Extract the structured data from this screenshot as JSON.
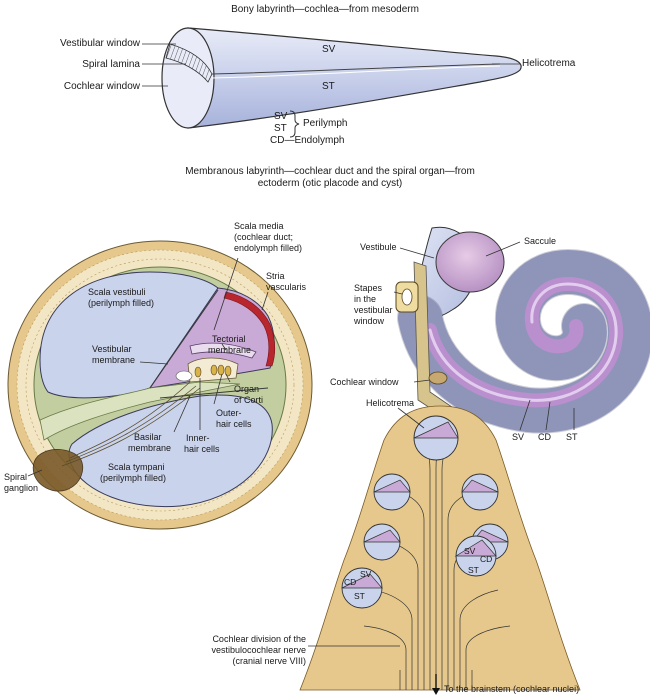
{
  "top_diagram": {
    "title": "Bony labyrinth—cochlea—from mesoderm",
    "labels": {
      "vestibular_window": "Vestibular window",
      "spiral_lamina": "Spiral lamina",
      "cochlear_window": "Cochlear window",
      "helicotrema": "Helicotrema",
      "sv": "SV",
      "st": "ST"
    },
    "legend": {
      "sv": "SV",
      "st": "ST",
      "perilymph": "Perilymph",
      "cd_endolymph": "CD—Endolymph"
    }
  },
  "middle_title": {
    "line1": "Membranous labyrinth—cochlear duct and the spiral organ—from",
    "line2": "ectoderm (otic placode and cyst)"
  },
  "cross_section": {
    "scala_media_l1": "Scala media",
    "scala_media_l2": "(cochlear duct;",
    "scala_media_l3": "endolymph filled)",
    "stria_l1": "Stria",
    "stria_l2": "vascularis",
    "scala_vestibuli_l1": "Scala vestibuli",
    "scala_vestibuli_l2": "(perilymph filled)",
    "vestibular_membrane_l1": "Vestibular",
    "vestibular_membrane_l2": "membrane",
    "tectorial_l1": "Tectorial",
    "tectorial_l2": "membrane",
    "organ_corti_l1": "Organ",
    "organ_corti_l2": "of Corti",
    "outer_hair_l1": "Outer-",
    "outer_hair_l2": "hair cells",
    "basilar_l1": "Basilar",
    "basilar_l2": "membrane",
    "inner_hair_l1": "Inner-",
    "inner_hair_l2": "hair cells",
    "scala_tympani_l1": "Scala tympani",
    "scala_tympani_l2": "(perilymph filled)",
    "spiral_ganglion_l1": "Spiral",
    "spiral_ganglion_l2": "ganglion"
  },
  "inner_ear": {
    "vestibule": "Vestibule",
    "saccule": "Saccule",
    "stapes_l1": "Stapes",
    "stapes_l2": "in the",
    "stapes_l3": "vestibular",
    "stapes_l4": "window",
    "cochlear_window": "Cochlear window",
    "sv": "SV",
    "cd": "CD",
    "st": "ST"
  },
  "modiolus": {
    "helicotrema": "Helicotrema",
    "sv": "SV",
    "cd": "CD",
    "st": "ST",
    "nerve_l1": "Cochlear division of the",
    "nerve_l2": "vestibulocochlear nerve",
    "nerve_l3": "(cranial nerve VIII)",
    "brainstem": "To the brainstem (cochlear nuclei)"
  },
  "colors": {
    "perilymph_blue": "#c9d3ec",
    "perilymph_blue_dark": "#a9b6dc",
    "endolymph_purple": "#c9a9d6",
    "purple_dark": "#9c74b4",
    "bone_tan": "#e6c88c",
    "bone_light": "#f2e6c4",
    "tissue_green": "#c2ceA0",
    "stria_red": "#b8262e",
    "line": "#2b2b2b"
  }
}
